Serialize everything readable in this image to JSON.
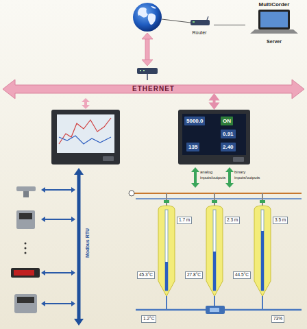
{
  "diagram": {
    "nodes": [
      {
        "text": [
          "Router"
        ]
      },
      {
        "text": [
          "MultiCorder",
          "Server"
        ]
      },
      {
        "text": [
          "ETHERNET"
        ]
      },
      {
        "text": [
          "5000.0",
          "ON",
          "0.91",
          "135",
          "2.40"
        ]
      }
    ],
    "edges": [
      {
        "from": 0,
        "to": 1,
        "arrow": "none"
      },
      {
        "from": 2,
        "to": 3,
        "arrow": "both"
      }
    ],
    "labels": [
      "Modbus RTU",
      "analog inputs/outputs",
      "binary inputs/outputs",
      "1.7 m",
      "2.3 m",
      "3.5 m",
      "45.3°C",
      "27.8°C",
      "44.5°C",
      "1.2°C",
      "73%"
    ]
  }
}
